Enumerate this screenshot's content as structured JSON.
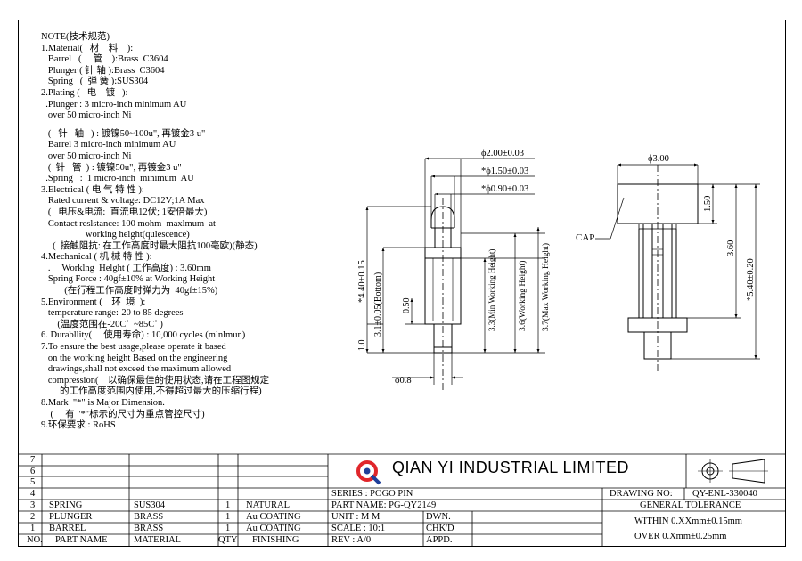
{
  "notes": [
    "NOTE(技术规范)",
    "1.Material(   材    料    ):",
    "   Barrel   (     管    ):Brass  C3604",
    "   Plunger ( 针 轴 ):Brass  C3604",
    "   Spring   (  弹 簧 ):SUS304",
    "2.Plating (   电    镀   ):",
    "  .Plunger : 3 micro-inch minimum AU",
    "   over 50 micro-inch Ni",
    "",
    "   (   针   轴   ) : 镀镍50~100u\", 再镀金3 u\"",
    "   Barrel 3 micro-inch minimum AU",
    "   over 50 micro-inch Ni",
    "   (  针   管  ) : 镀镍50u\", 再镀金3 u\"",
    "  .Spring   :  1 micro-inch  minimum  AU",
    "3.Electrical ( 电 气 特 性 ):",
    "   Rated current & voltage: DC12V;1A Max",
    "   (   电压&电流:  直流电12伏; 1安倍最大)",
    "   Contact reslstance: 100 mohm  maxlmum  at",
    "                   working helght(qulescence)",
    "     (  接触阻抗: 在工作高度时最大阻抗100毫欧)(静态)",
    "4.Mechanical ( 机 械 特 性 ):",
    "   .     Worklng  Helght ( 工作高度) : 3.60mm",
    "   Spring Force : 40gf±10% at Working Height",
    "          (在行程工作高度时弹力为  40gf±15%)",
    "5.Environment (    环  境  ):",
    "   temperature range:-20 to 85 degrees",
    "       (温度范围在-20C˚  ~85C˚ )",
    "6. Durabllity(     使用寿命) : 10,000 cycles (mlnlmun)",
    "7.To ensure the best usage,please operate it based",
    "   on the working height Based on the engineering",
    "   drawings,shall not exceed the maximum allowed",
    "   compression(    以确保最佳的使用状态,请在工程图规定",
    "        的工作高度范围内使用,不得超过最大的压缩行程)",
    "8.Mark  \"*\" is Major Dimension.",
    "    (     有 \"*\"标示的尺寸为重点管控尺寸)",
    "9.环保要求 : RoHS"
  ],
  "dimensions": {
    "d_barrel": "ϕ2.00±0.03",
    "d_flange": "*ϕ1.50±0.03",
    "d_plunger": "*ϕ0.90±0.03",
    "d_tail": "ϕ0.8",
    "overall_left": "*4.40±0.15",
    "bottom": "3.1±0.05(Bottom)",
    "h050": "0.50",
    "h10": "1.0",
    "min_wh": "3.3(Min Working Height)",
    "wh": "3.6(Working Height)",
    "max_wh": "3.7(Max Working Height)",
    "d_cap": "ϕ3.00",
    "h150": "1.50",
    "h360": "3.60",
    "overall_right": "*5.40±0.20",
    "cap_label": "CAP"
  },
  "title_block": {
    "row_numbers": [
      "7",
      "6",
      "5",
      "4",
      "3",
      "2",
      "1"
    ],
    "bom": [
      {
        "no": "3",
        "part": "SPRING",
        "material": "SUS304",
        "qty": "1",
        "finish": "NATURAL"
      },
      {
        "no": "2",
        "part": "PLUNGER",
        "material": "BRASS",
        "qty": "1",
        "finish": "Au COATING"
      },
      {
        "no": "1",
        "part": "BARREL",
        "material": "BRASS",
        "qty": "1",
        "finish": "Au COATING"
      }
    ],
    "header": {
      "no": "NO.",
      "part": "PART NAME",
      "material": "MATERIAL",
      "qty": "QTY",
      "finish": "FINISHING"
    },
    "company": "QIAN  YI  INDUSTRIAL  LIMITED",
    "series": "SERIES : POGO  PIN",
    "part_name": "PART NAME: PG-QY2149",
    "unit": "UNIT  : M M",
    "scale": "SCALE : 10:1",
    "rev": "REV   : A/0",
    "dwn": "DWN.",
    "chkd": "CHK'D",
    "appd": "APPD.",
    "drawing_no_label": "DRAWING NO:",
    "drawing_no": "QY-ENL-330040",
    "tolerance_title": "GENERAL TOLERANCE",
    "tol1": "WITHIN 0.XXmm±0.15mm",
    "tol2": "OVER   0.Xmm±0.25mm"
  },
  "colors": {
    "logo_red": "#e0262b",
    "logo_blue": "#1f3f9a"
  }
}
